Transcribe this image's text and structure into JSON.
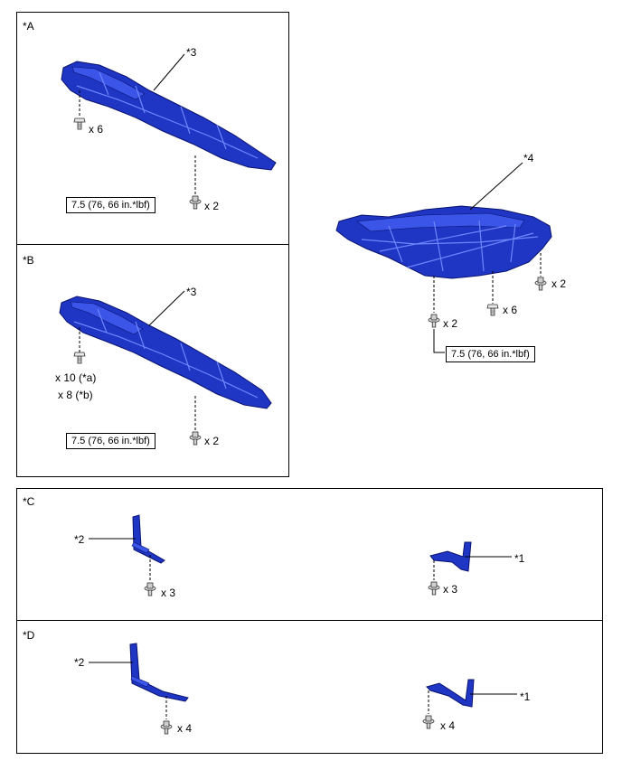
{
  "panels": {
    "a": {
      "label": "*A",
      "part": "*3",
      "qty_top": "x 6",
      "qty_bottom": "x 2",
      "torque": "7.5 (76, 66 in.*lbf)"
    },
    "b": {
      "label": "*B",
      "part": "*3",
      "qty_left_1": "x 10 (*a)",
      "qty_left_2": "x 8 (*b)",
      "qty_bottom": "x 2",
      "torque": "7.5 (76, 66 in.*lbf)"
    },
    "right": {
      "part": "*4",
      "qty_right": "x 2",
      "qty_mid": "x 6",
      "qty_left": "x 2",
      "torque": "7.5 (76, 66 in.*lbf)"
    },
    "c": {
      "label": "*C",
      "left_part": "*2",
      "left_qty": "x 3",
      "right_part": "*1",
      "right_qty": "x 3"
    },
    "d": {
      "label": "*D",
      "left_part": "*2",
      "left_qty": "x 4",
      "right_part": "*1",
      "right_qty": "x 4"
    }
  },
  "colors": {
    "part_blue": "#1f35c4",
    "line": "#000000"
  }
}
